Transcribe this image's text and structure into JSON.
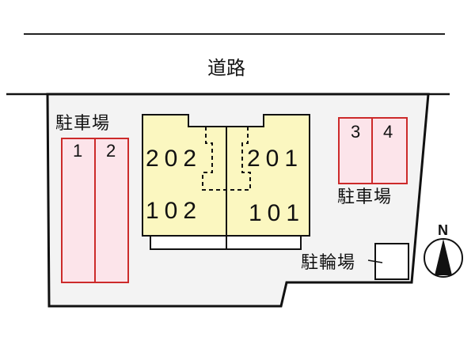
{
  "road": {
    "label": "道路"
  },
  "parking_left": {
    "label": "駐車場",
    "spaces": [
      "1",
      "2"
    ]
  },
  "parking_right": {
    "label": "駐車場",
    "spaces": [
      "3",
      "4"
    ]
  },
  "building": {
    "units": {
      "top_left": "202",
      "top_right": "201",
      "bottom_left": "102",
      "bottom_right": "101"
    }
  },
  "bicycle_parking": {
    "label": "駐輪場"
  },
  "compass": {
    "label": "N"
  },
  "colors": {
    "site_fill": "#f3f3f3",
    "building_fill": "#fbf7c0",
    "parking_fill": "#fce4ea",
    "parking_stroke": "#cc2a2a",
    "line": "#111111"
  }
}
